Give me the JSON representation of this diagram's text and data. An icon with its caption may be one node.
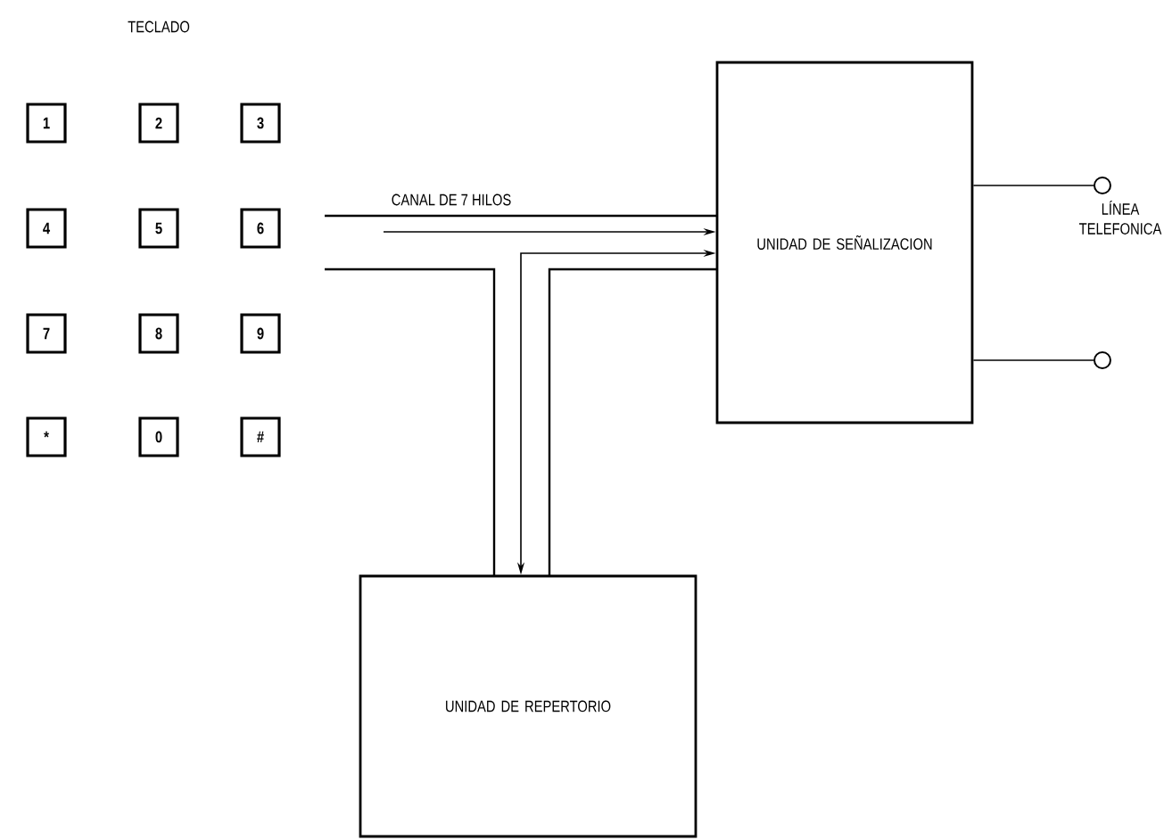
{
  "diagram": {
    "nodes": [
      {
        "text": [
          "1"
        ]
      },
      {
        "text": [
          "2"
        ]
      },
      {
        "text": [
          "3"
        ]
      },
      {
        "text": [
          "4"
        ]
      },
      {
        "text": [
          "5"
        ]
      },
      {
        "text": [
          "6"
        ]
      },
      {
        "text": [
          "7"
        ]
      },
      {
        "text": [
          "8"
        ]
      },
      {
        "text": [
          "9"
        ]
      },
      {
        "text": [
          "*"
        ]
      },
      {
        "text": [
          "0"
        ]
      },
      {
        "text": [
          "#"
        ]
      },
      {
        "text": [
          "UNIDAD DE SEÑALIZACION"
        ]
      },
      {
        "text": [
          "UNIDAD DE REPERTORIO"
        ]
      },
      {
        "text": [],
        "shape": "circle"
      },
      {
        "text": [],
        "shape": "circle"
      }
    ],
    "edges": [
      {
        "from": null,
        "to": 12,
        "arrow": "to",
        "label": "CANAL DE 7 HILOS"
      },
      {
        "from": 13,
        "to": 12,
        "arrow": "both"
      },
      {
        "from": 12,
        "to": 14,
        "arrow": "none"
      },
      {
        "from": 12,
        "to": 15,
        "arrow": "none"
      }
    ],
    "labels": [
      "TECLADO",
      "LÍNEA TELEFONICA"
    ]
  }
}
